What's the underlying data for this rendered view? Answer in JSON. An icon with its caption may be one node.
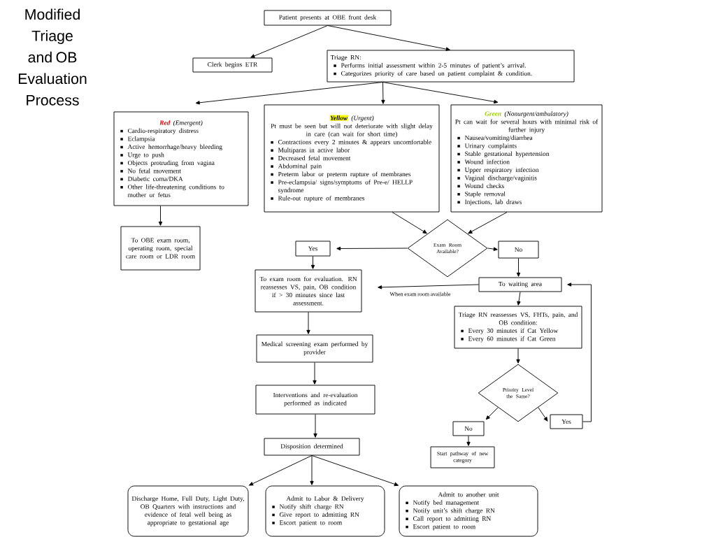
{
  "diagram": {
    "title": "Modified Triage and OB Evaluation Process",
    "nodes": [
      {
        "text": [
          "Patient presents at OBE front desk"
        ]
      },
      {
        "text": [
          "Clerk begins ETR"
        ]
      },
      {
        "text": [
          "Triage RN:",
          "Performs initial assessment within 2-5 minutes of patient’s arrival.",
          "Categorizes priority of care based on patient complaint & condition."
        ]
      },
      {
        "text": [
          "Red",
          "(Emergent)",
          "Cardio-respiratory distress",
          "Eclampsia",
          "Active hemorrhage/heavy bleeding",
          "Urge to push",
          "Objects protruding from vagina",
          "No fetal movement",
          "Diabetic coma/DKA",
          "Other life-threatening conditions to mother or fetus"
        ]
      },
      {
        "text": [
          "Yellow",
          "(Urgent)",
          "Pt must be seen but will not deteriorate with slight delay in care (can wait for short time)",
          "Contractions every 2 minutes & appears uncomfortable",
          "Multiparas in active labor",
          "Decreased fetal movement",
          "Abdominal pain",
          "Preterm labor or preterm rupture of membranes",
          "Pre-eclampsia/ signs/symptoms of Pre-e/ HELLP syndrome",
          "Rule-out rupture of membranes"
        ]
      },
      {
        "text": [
          "Green",
          "(Nonurgent/ambulatory)",
          "Pt can wait for several hours with minimal risk of further injury",
          "Nausea/vomiting/diarrhea",
          "Urinary complaints",
          "Stable gestational hypertension",
          "Wound infection",
          "Upper respiratory infection",
          "Vaginal discharge/vaginitis",
          "Wound checks",
          "Staple removal",
          "Injections, lab draws"
        ]
      },
      {
        "text": [
          "To OBE exam room, operating room, special care room or LDR room"
        ]
      },
      {
        "text": [
          "Exam Room Available?"
        ]
      },
      {
        "text": [
          "Yes"
        ]
      },
      {
        "text": [
          "No"
        ]
      },
      {
        "text": [
          "To exam room for evaluation. RN reassesses VS, pain, OB condition if > 30 minutes since last assessment."
        ]
      },
      {
        "text": [
          "To waiting area"
        ]
      },
      {
        "text": [
          "Triage RN reassesses VS, FHTs, pain, and OB condition:",
          "Every 30 minutes if Cat Yellow",
          "Every 60 minutes if Cat Green"
        ]
      },
      {
        "text": [
          "Medical screening exam performed by provider"
        ]
      },
      {
        "text": [
          "Priority Level the Same?"
        ]
      },
      {
        "text": [
          "Interventions and re-evaluation performed as indicated"
        ]
      },
      {
        "text": [
          "No"
        ]
      },
      {
        "text": [
          "Yes"
        ]
      },
      {
        "text": [
          "Start pathway of new category"
        ]
      },
      {
        "text": [
          "Disposition determined"
        ]
      },
      {
        "text": [
          "Discharge Home, Full Duty, Light Duty, OB Quarters with instructions and evidence of fetal well being as appropriate to gestational age"
        ]
      },
      {
        "text": [
          "Admit to Labor & Delivery",
          "Notify shift charge RN",
          "Give report to admitting RN",
          "Escort patient to room"
        ]
      },
      {
        "text": [
          "Admit to another unit",
          "Notify bed management",
          "Notify unit’s shift charge RN",
          "Call report to admitting RN",
          "Escort patient to room"
        ]
      }
    ],
    "edges": [
      {
        "from": 0,
        "to": 1,
        "arrow": "to"
      },
      {
        "from": 0,
        "to": 2,
        "arrow": "to"
      },
      {
        "from": 2,
        "to": 3,
        "arrow": "to"
      },
      {
        "from": 2,
        "to": 4,
        "arrow": "to"
      },
      {
        "from": 2,
        "to": 5,
        "arrow": "to"
      },
      {
        "from": 3,
        "to": 6,
        "arrow": "to"
      },
      {
        "from": 4,
        "to": 7,
        "arrow": "to"
      },
      {
        "from": 5,
        "to": 7,
        "arrow": "to"
      },
      {
        "from": 7,
        "to": 8,
        "arrow": "to"
      },
      {
        "from": 7,
        "to": 9,
        "arrow": "to"
      },
      {
        "from": 8,
        "to": 10,
        "arrow": "to"
      },
      {
        "from": 9,
        "to": 11,
        "arrow": "to"
      },
      {
        "from": 11,
        "to": 10,
        "label": "When exam room available",
        "arrow": "to"
      },
      {
        "from": 11,
        "to": 12,
        "arrow": "to"
      },
      {
        "from": 12,
        "to": 14,
        "arrow": "to"
      },
      {
        "from": 14,
        "to": 16,
        "arrow": "to"
      },
      {
        "from": 14,
        "to": 17,
        "arrow": "to"
      },
      {
        "from": 16,
        "to": 18,
        "arrow": "to"
      },
      {
        "from": 17,
        "to": 11,
        "arrow": "to"
      },
      {
        "from": 10,
        "to": 13,
        "arrow": "to"
      },
      {
        "from": 13,
        "to": 15,
        "arrow": "to"
      },
      {
        "from": 15,
        "to": 19,
        "arrow": "to"
      },
      {
        "from": 19,
        "to": 20,
        "arrow": "to"
      },
      {
        "from": 19,
        "to": 21,
        "arrow": "to"
      },
      {
        "from": 19,
        "to": 22,
        "arrow": "to"
      }
    ]
  }
}
